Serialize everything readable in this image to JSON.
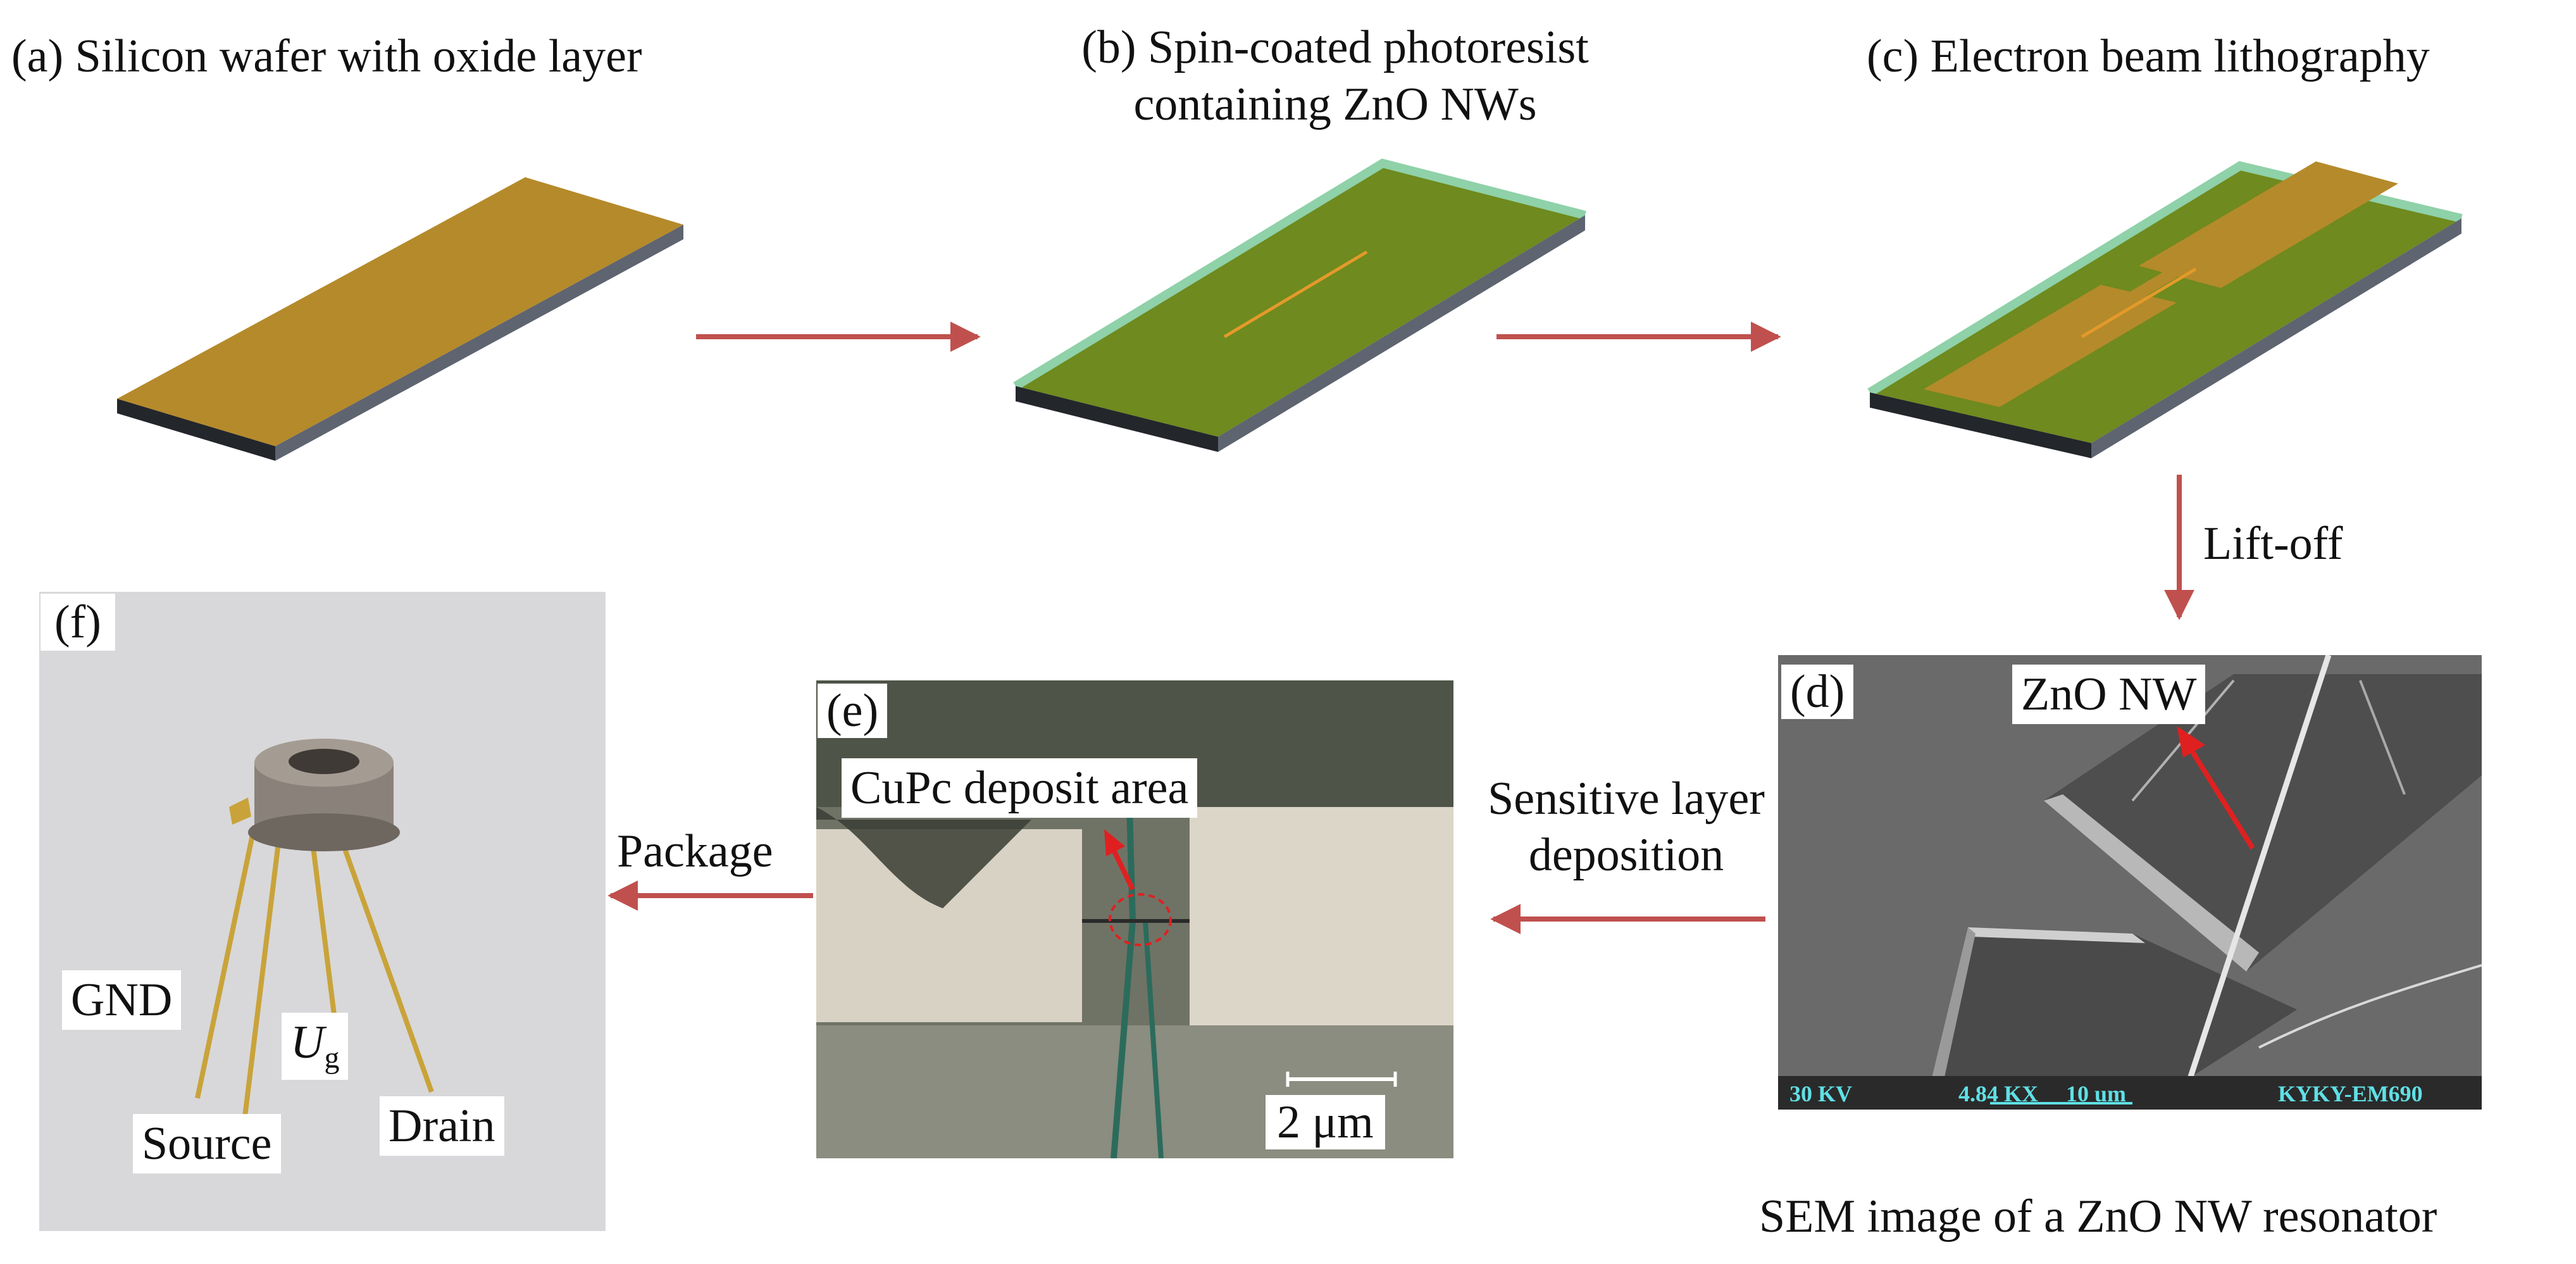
{
  "panels": {
    "a": {
      "label": "(a) Silicon wafer with oxide layer"
    },
    "b": {
      "label_line1": "(b) Spin-coated photoresist",
      "label_line2": "containing ZnO NWs"
    },
    "c": {
      "label": "(c) Electron beam lithography"
    },
    "d": {
      "tag": "(d)",
      "nw_label": "ZnO NW",
      "caption": "SEM image of a ZnO NW resonator",
      "sem_bar": {
        "voltage": "30 KV",
        "mag": "4.84 KX",
        "scale": "10 um",
        "model": "KYKY-EM690"
      }
    },
    "e": {
      "tag": "(e)",
      "deposit_label": "CuPc deposit area",
      "scale_label": "2 μm"
    },
    "f": {
      "tag": "(f)",
      "pins": {
        "gnd": "GND",
        "ug_main": "U",
        "ug_sub": "g",
        "source": "Source",
        "drain": "Drain"
      }
    }
  },
  "steps": {
    "lift_off": "Lift-off",
    "sensitive_line1": "Sensitive layer",
    "sensitive_line2": "deposition",
    "package": "Package"
  },
  "colors": {
    "arrow": "#c0504d",
    "oxide": "#b58a2b",
    "photoresist": "#6f8a1e",
    "resist_edge": "#8fd1a8",
    "substrate_side": "#5e6470"
  }
}
